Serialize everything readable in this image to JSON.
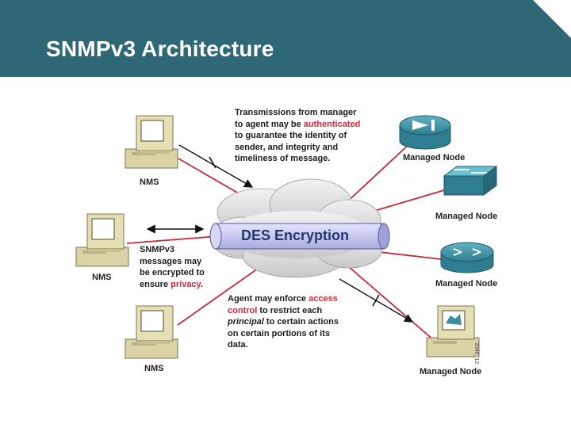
{
  "slide": {
    "title": "SNMPv3 Architecture",
    "header_color": "#2e6775"
  },
  "diagram": {
    "nms_label": "NMS",
    "managed_node_label": "Managed Node",
    "cloud_label": "DES Encryption",
    "figure_code": "2046_12",
    "text_authenticated": {
      "line1": "Transmissions from manager",
      "line2_pre": "to agent may be ",
      "line2_red": "authenticated",
      "line3": "to guarantee the identity of",
      "line4": "sender, and integrity and",
      "line5": "timeliness of message."
    },
    "text_privacy": {
      "line1": "SNMPv3",
      "line2": "messages may",
      "line3": "be encrypted to",
      "line4_pre": "ensure ",
      "line4_red": "privacy",
      "line4_post": "."
    },
    "text_access": {
      "line1_pre": "Agent may enforce ",
      "line1_red": "access",
      "line2_red": "control",
      "line2_post": " to restrict each",
      "line3_ital": "principal",
      "line3_post": " to certain actions",
      "line4": "on certain portions of its",
      "line5": "data."
    },
    "colors": {
      "link_red": "#c4283a",
      "accent_red": "#cc2a3b",
      "device_teal": "#3b8ea0",
      "cloud_grey": "#dadada",
      "pipe_lavender": "#c7c9ef",
      "des_text": "#24356e"
    }
  }
}
